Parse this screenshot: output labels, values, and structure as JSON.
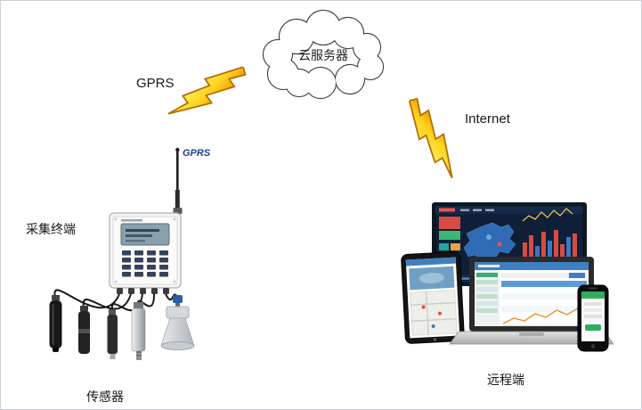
{
  "diagram": {
    "cloud": {
      "label": "云服务器"
    },
    "links": {
      "left": "GPRS",
      "right": "Internet"
    },
    "terminal": {
      "label": "采集终端",
      "antenna_label": "GPRS"
    },
    "sensors": {
      "label": "传感器"
    },
    "remote": {
      "label": "远程端"
    }
  },
  "colors": {
    "bolt_yellow_light": "#ffee58",
    "bolt_yellow_dark": "#f29f05",
    "bolt_outline": "#b36a00",
    "dashboard_navy": "#0f1f38",
    "accent_red": "#d84b40",
    "accent_green": "#3db874",
    "accent_blue": "#3a78c2",
    "map_blue": "#2f6cb5"
  }
}
